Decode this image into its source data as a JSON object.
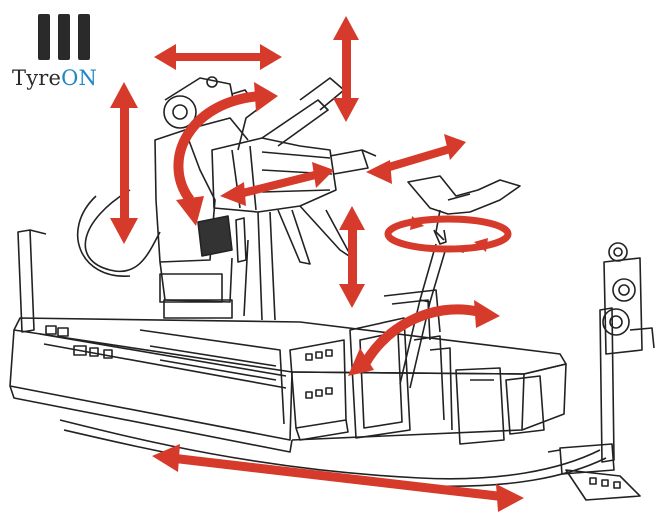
{
  "logo": {
    "brand_part1": "Tyre",
    "brand_part2": "ON",
    "icon": "three-bars-icon",
    "colors": {
      "dark": "#2a2a2a",
      "accent": "#1f87c7"
    }
  },
  "diagram": {
    "subject": "truck-tyre-changer-machine-line-drawing",
    "arrow_color": "#d63a2a",
    "line_color": "#222222"
  }
}
